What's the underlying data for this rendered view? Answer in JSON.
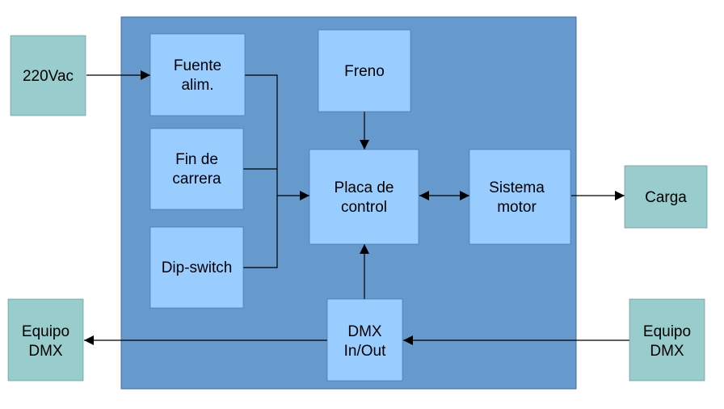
{
  "colors": {
    "panel": "#6699cc",
    "internal_block": "#99ccff",
    "external_block": "#99cccc",
    "connector": "#000000"
  },
  "blocks": {
    "power_input": [
      "220Vac"
    ],
    "power_supply": [
      "Fuente",
      "alim."
    ],
    "limit_switch": [
      "Fin de",
      "carrera"
    ],
    "dip_switch": [
      "Dip-switch"
    ],
    "brake": [
      "Freno"
    ],
    "control_board": [
      "Placa de",
      "control"
    ],
    "motor_system": [
      "Sistema",
      "motor"
    ],
    "load": [
      "Carga"
    ],
    "dmx_io": [
      "DMX",
      "In/Out"
    ],
    "dmx_equipment_left": [
      "Equipo",
      "DMX"
    ],
    "dmx_equipment_right": [
      "Equipo",
      "DMX"
    ]
  }
}
